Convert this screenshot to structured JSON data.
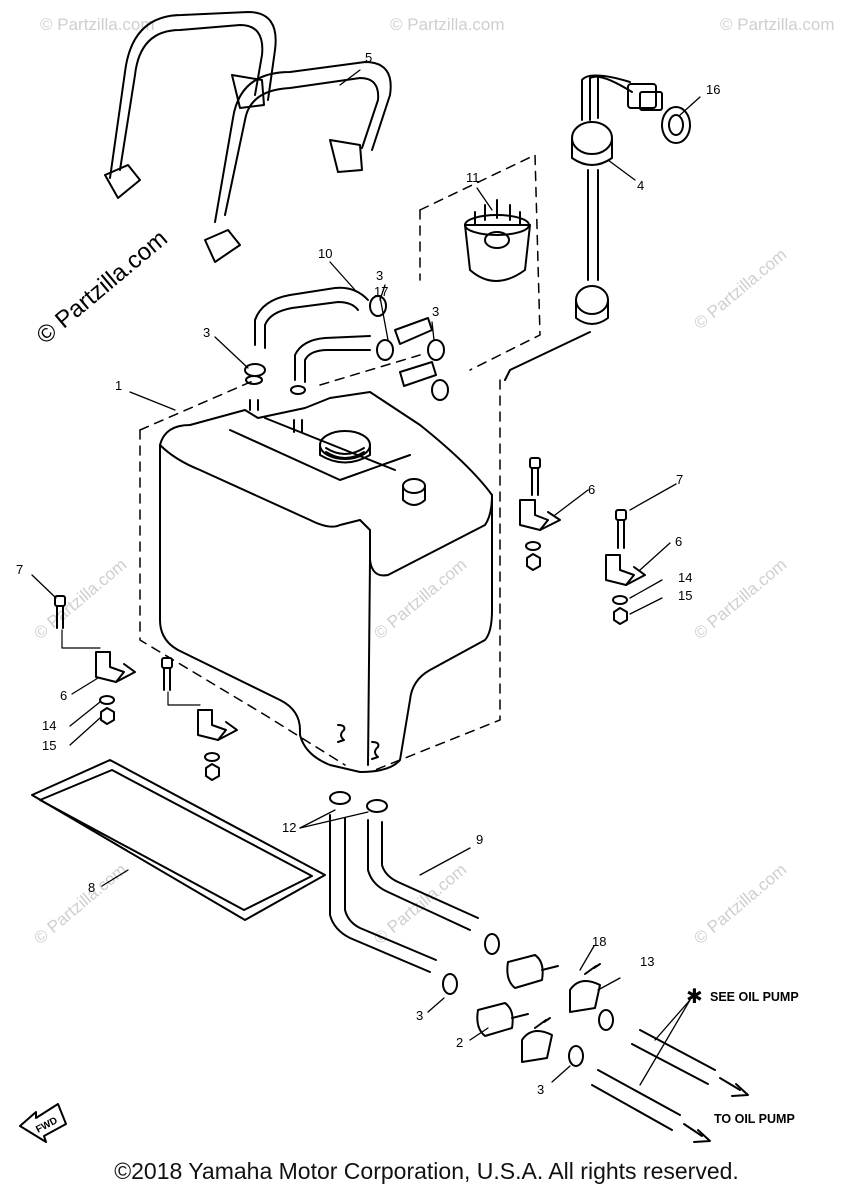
{
  "watermarks": {
    "main": "© Partzilla.com",
    "small": "© Partzilla.com"
  },
  "callouts": {
    "c1": "1",
    "c2": "2",
    "c3a": "3",
    "c3b": "3",
    "c3c": "3",
    "c3d": "3",
    "c3e": "3",
    "c4": "4",
    "c5": "5",
    "c6a": "6",
    "c6b": "6",
    "c6c": "6",
    "c7a": "7",
    "c7b": "7",
    "c8": "8",
    "c9": "9",
    "c10": "10",
    "c11": "11",
    "c12": "12",
    "c13": "13",
    "c14a": "14",
    "c14b": "14",
    "c15a": "15",
    "c15b": "15",
    "c16": "16",
    "c17": "17",
    "c18": "18"
  },
  "notes": {
    "asterisk": "✱",
    "see_oil_pump": "SEE OIL PUMP",
    "to_oil_pump": "TO OIL PUMP",
    "fwd": "FWD"
  },
  "copyright": "©2018 Yamaha Motor Corporation, U.S.A. All rights reserved."
}
